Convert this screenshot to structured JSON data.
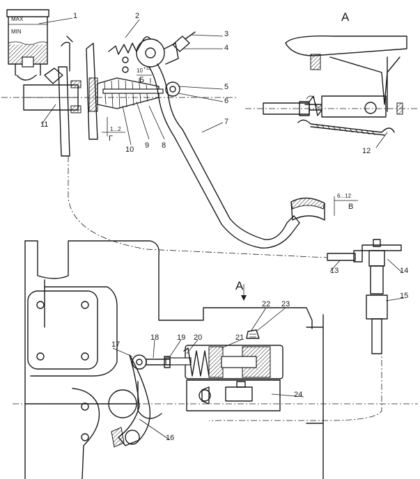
{
  "callouts": [
    "1",
    "2",
    "3",
    "4",
    "5",
    "6",
    "7",
    "8",
    "9",
    "10",
    "11",
    "12",
    "13",
    "14",
    "15",
    "16",
    "17",
    "18",
    "19",
    "20",
    "21",
    "22",
    "23",
    "24"
  ],
  "view_labels": {
    "view_a_top": "А",
    "view_a_arrow": "А"
  },
  "reservoir": {
    "max": "MAX",
    "min": "MIN"
  },
  "dims": {
    "gap_b": "10",
    "gap_b_tol": "+15",
    "b_mark": "Б",
    "free_play": "1...2",
    "g_mark": "Г",
    "pedal_travel": "6...12",
    "v_mark": "В"
  }
}
